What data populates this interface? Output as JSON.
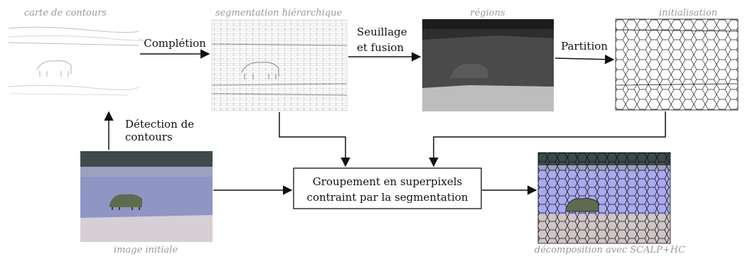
{
  "captions": {
    "contour_map": "carte de contours",
    "hierarchical": "segmentation hiérarchique",
    "regions": "régions",
    "initialisation": "initialisation",
    "initial_image": "image initiale",
    "decomposition": "décomposition avec SCALP+HC"
  },
  "arrow_labels": {
    "completion": "Complétion",
    "threshold_line1": "Seuillage",
    "threshold_line2": "et fusion",
    "partition": "Partition",
    "detection_line1": "Détection de",
    "detection_line2": "contours"
  },
  "central_box": {
    "line1": "Groupement en superpixels",
    "line2": "contraint par la segmentation"
  },
  "colors": {
    "ink": "#111111",
    "caption": "#9a9a9a",
    "sky_dark": "#2e2e2e",
    "region_mid": "#4a4a4a",
    "region_bottom": "#bdbdbd",
    "snow": "#d9dbe8",
    "bear": "#5f6b4f"
  }
}
